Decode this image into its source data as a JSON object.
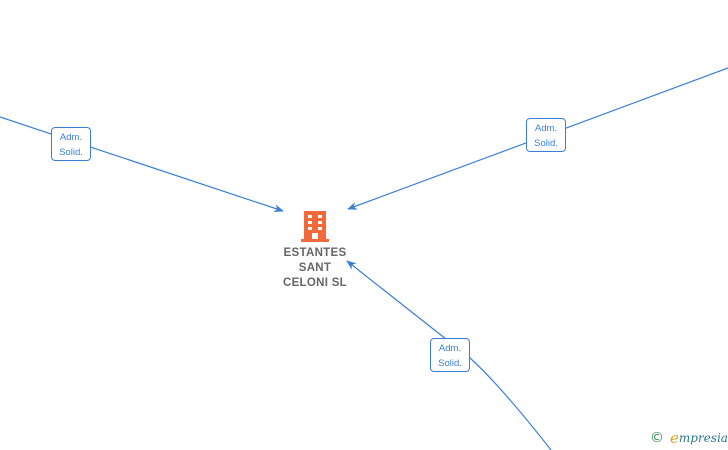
{
  "diagram": {
    "center_node": {
      "name_lines": [
        "ESTANTES",
        "SANT",
        "CELONI  SL"
      ],
      "icon": "building-icon",
      "icon_color": "#f26a3c"
    },
    "edges": [
      {
        "id": "left",
        "label_lines": [
          "Adm.",
          "Solid."
        ]
      },
      {
        "id": "right",
        "label_lines": [
          "Adm.",
          "Solid."
        ]
      },
      {
        "id": "bottom",
        "label_lines": [
          "Adm.",
          "Solid."
        ]
      }
    ],
    "edge_color": "#3a7fd5"
  },
  "branding": {
    "copyright_symbol": "©",
    "brand_initial": "e",
    "brand_rest": "mpresia"
  }
}
